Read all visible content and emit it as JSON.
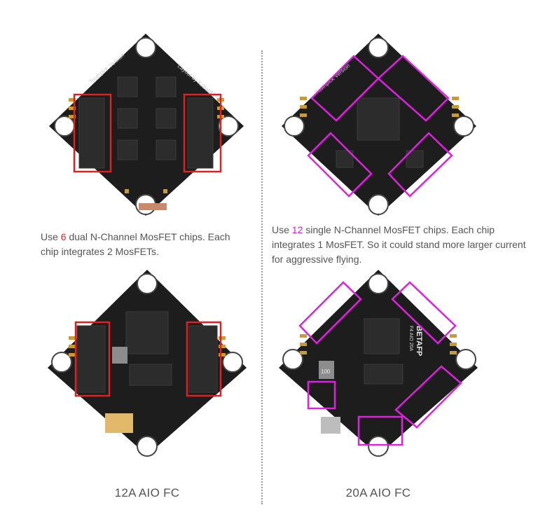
{
  "left": {
    "caption_prefix": "Use ",
    "caption_number": "6",
    "caption_suffix": " dual N-Channel MosFET chips. Each chip integrates 2 MosFETs.",
    "label": "12A AIO FC",
    "board_top_text_1": "Toothpick Version",
    "board_top_text_2": "Layout by KababFPV",
    "highlight_color": "#e02020"
  },
  "right": {
    "caption_prefix": "Use ",
    "caption_number": "12",
    "caption_suffix": " single N-Channel MosFET chips. Each chip integrates 1 MosFET. So it could stand more larger current for aggressive flying.",
    "label": "20A AIO FC",
    "board_top_text_1": "Toothpick Version",
    "board_bottom_text_1": "BETAFP",
    "board_bottom_text_2": "F4 AIO 20A",
    "inductor_text": "100",
    "highlight_color": "#e020e0"
  }
}
